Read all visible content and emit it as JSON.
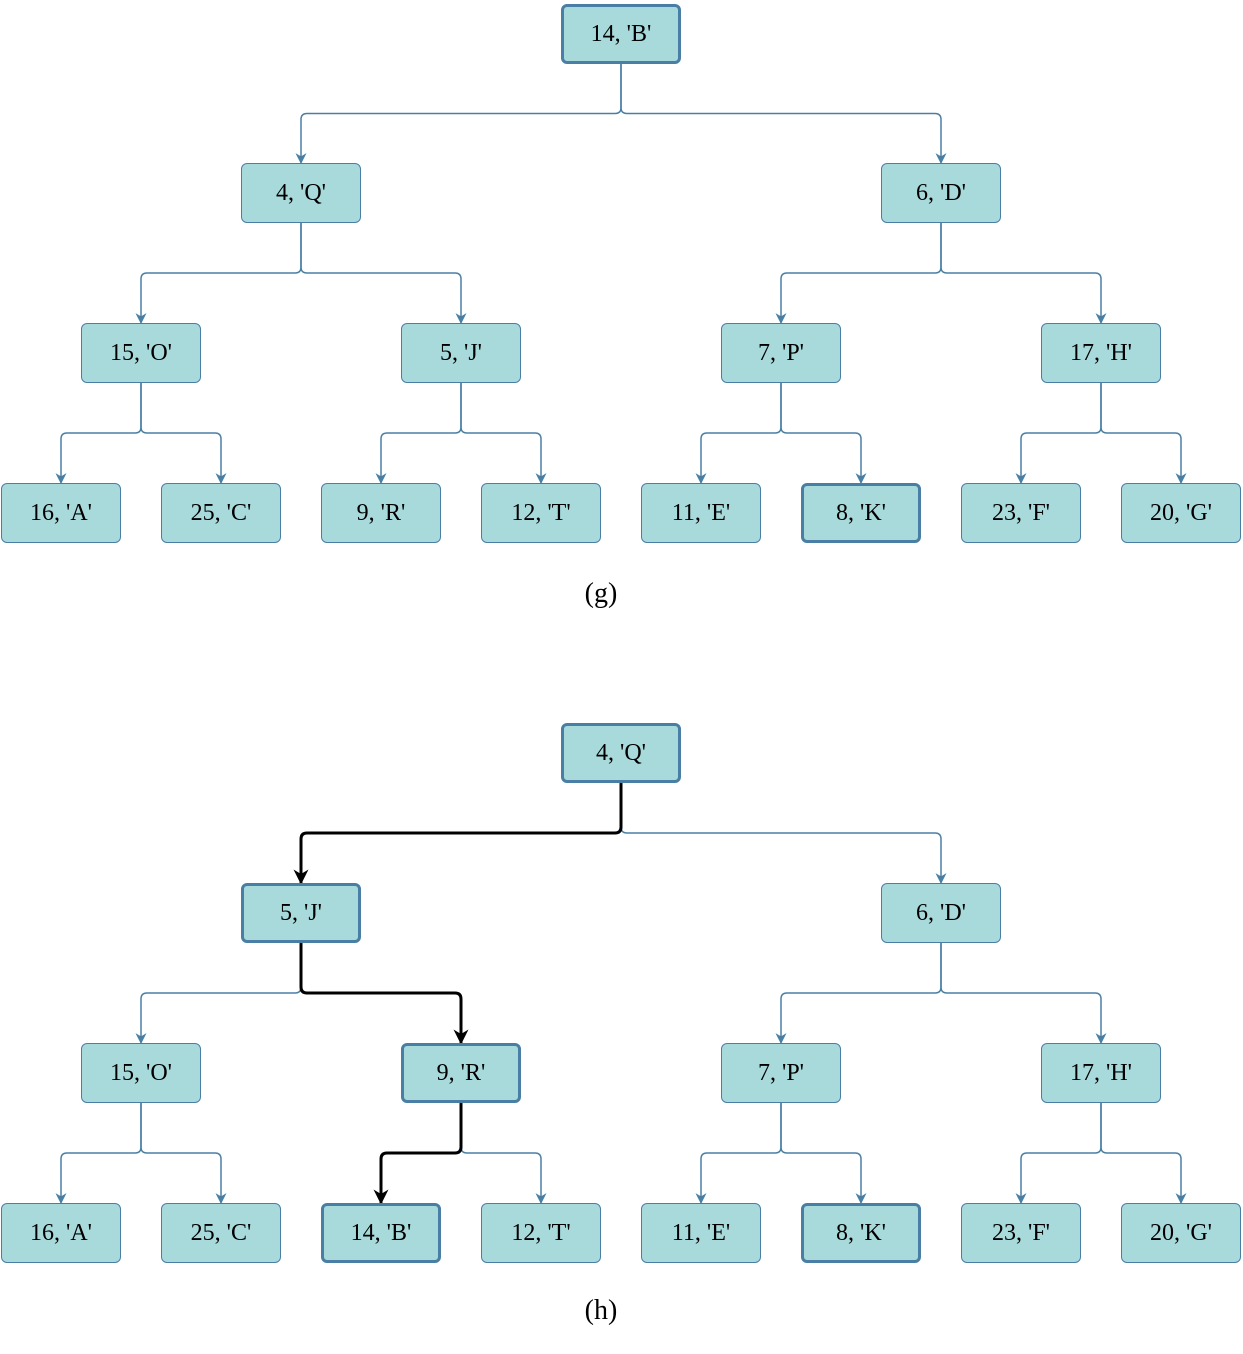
{
  "colors": {
    "node_fill": "#a8dadc",
    "node_border": "#4a7fa5",
    "edge": "#4a7fa5",
    "highlight_edge": "#000000"
  },
  "diagrams": [
    {
      "caption": "(g)",
      "levels": [
        [
          {
            "label": "14, 'B'",
            "emph": true
          }
        ],
        [
          {
            "label": "4, 'Q'"
          },
          {
            "label": "6, 'D'"
          }
        ],
        [
          {
            "label": "15, 'O'"
          },
          {
            "label": "5, 'J'"
          },
          {
            "label": "7, 'P'"
          },
          {
            "label": "17, 'H'"
          }
        ],
        [
          {
            "label": "16, 'A'"
          },
          {
            "label": "25, 'C'"
          },
          {
            "label": "9, 'R'"
          },
          {
            "label": "12, 'T'"
          },
          {
            "label": "11, 'E'"
          },
          {
            "label": "8, 'K'",
            "emph": true
          },
          {
            "label": "23, 'F'"
          },
          {
            "label": "20, 'G'"
          }
        ]
      ],
      "highlight_path": []
    },
    {
      "caption": "(h)",
      "levels": [
        [
          {
            "label": "4, 'Q'",
            "emph": true
          }
        ],
        [
          {
            "label": "5, 'J'",
            "emph": true
          },
          {
            "label": "6, 'D'"
          }
        ],
        [
          {
            "label": "15, 'O'"
          },
          {
            "label": "9, 'R'",
            "emph": true
          },
          {
            "label": "7, 'P'"
          },
          {
            "label": "17, 'H'"
          }
        ],
        [
          {
            "label": "16, 'A'"
          },
          {
            "label": "25, 'C'"
          },
          {
            "label": "14, 'B'",
            "emph": true
          },
          {
            "label": "12, 'T'"
          },
          {
            "label": "11, 'E'"
          },
          {
            "label": "8, 'K'",
            "emph": true
          },
          {
            "label": "23, 'F'"
          },
          {
            "label": "20, 'G'"
          }
        ]
      ],
      "highlight_path": [
        [
          0,
          0,
          1,
          0
        ],
        [
          1,
          0,
          2,
          1
        ],
        [
          2,
          1,
          3,
          2
        ]
      ]
    }
  ]
}
